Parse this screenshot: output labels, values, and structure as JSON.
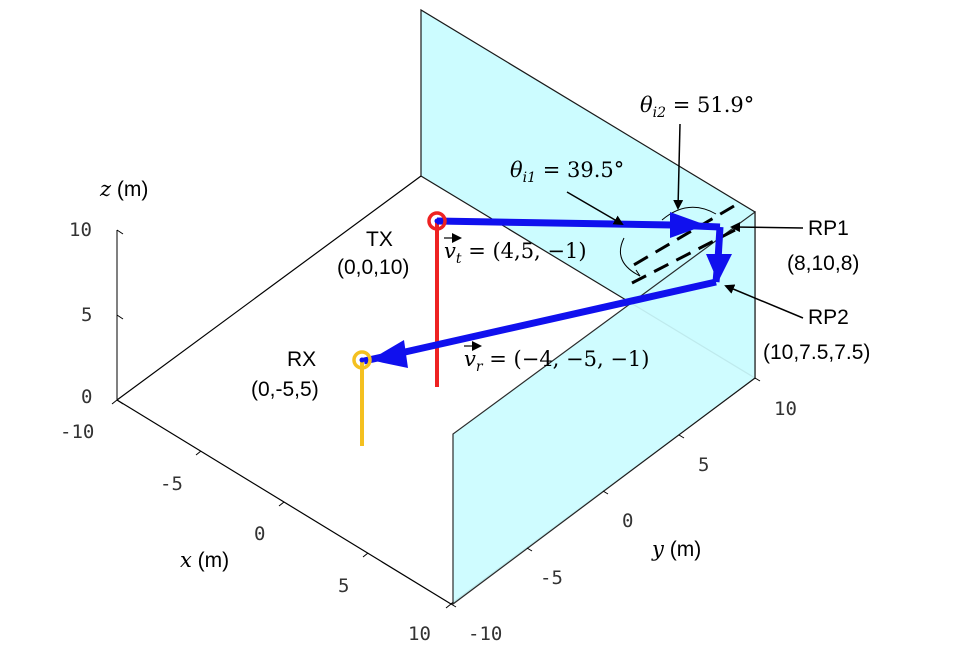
{
  "axes": {
    "z_label": "z",
    "z_unit": " (m)",
    "x_label": "x",
    "x_unit": " (m)",
    "y_label": "y",
    "y_unit": " (m)",
    "z_ticks": [
      "10",
      "5",
      "0"
    ],
    "x_ticks": [
      "-10",
      "-5",
      "0",
      "5",
      "10"
    ],
    "y_ticks": [
      "10",
      "5",
      "0",
      "-5",
      "-10"
    ]
  },
  "points": {
    "tx": {
      "name": "TX",
      "coords": "(0,0,10)"
    },
    "rx": {
      "name": "RX",
      "coords": "(0,-5,5)"
    },
    "rp1": {
      "name": "RP1",
      "coords": "(8,10,8)"
    },
    "rp2": {
      "name": "RP2",
      "coords": "(10,7.5,7.5)"
    }
  },
  "annotations": {
    "theta_i1": {
      "symbol": "θ",
      "sub": "i1",
      "value": " = 39.5°"
    },
    "theta_i2": {
      "symbol": "θ",
      "sub": "i2",
      "value": " = 51.9°"
    },
    "vt": {
      "symbol": "v",
      "sub": "t",
      "value": " = (4,5, −1)"
    },
    "vr": {
      "symbol": "v",
      "sub": "r",
      "value": " = (−4, −5, −1)"
    }
  },
  "colors": {
    "wall_fill": "#ccfcff",
    "wall_stroke": "#1a1a1a",
    "ray": "#1010ee",
    "tx": "#ee2222",
    "rx": "#f4c020",
    "axis": "#000000"
  }
}
